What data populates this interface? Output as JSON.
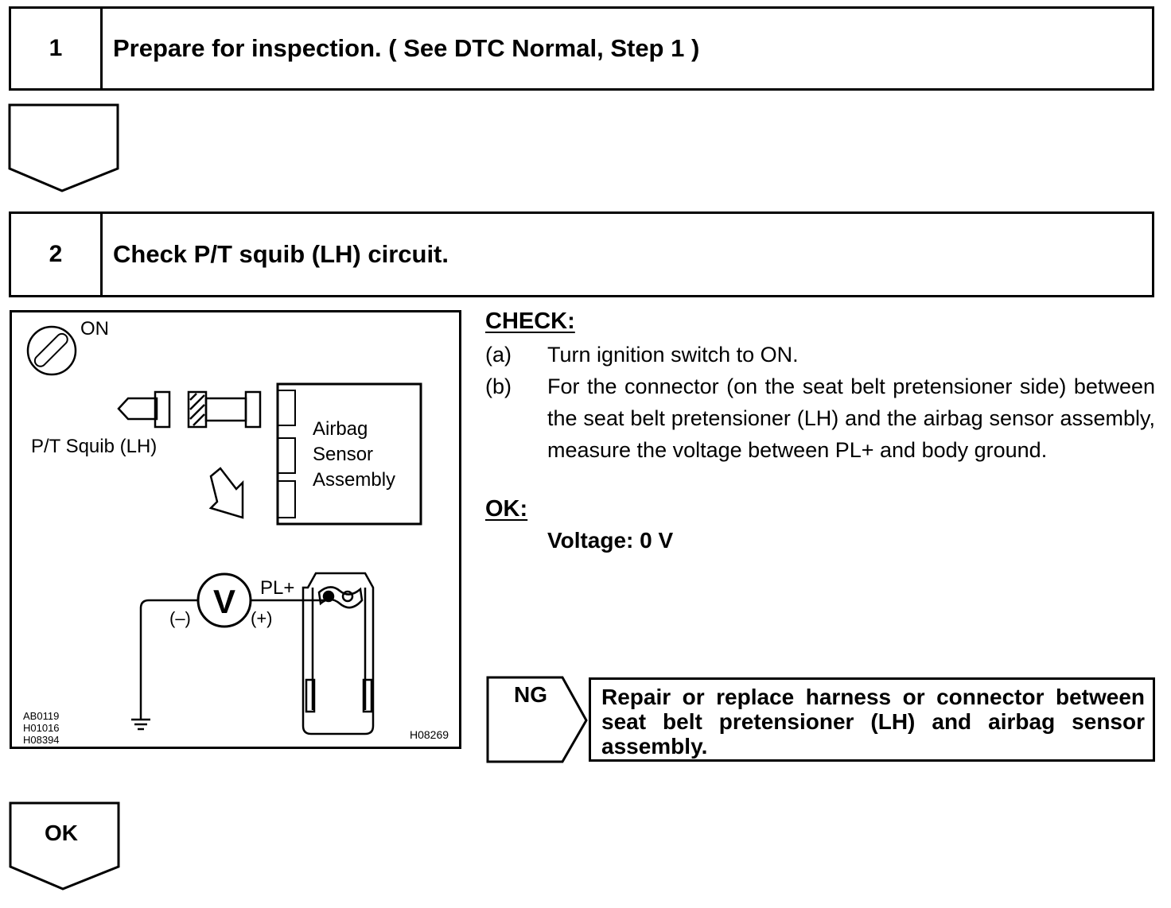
{
  "steps": [
    {
      "number": "1",
      "title_bold": "Prepare for inspection.",
      "title_rest": " ( See DTC Normal, Step 1 )"
    },
    {
      "number": "2",
      "title_bold": "Check P/T squib (LH) circuit.",
      "title_rest": ""
    }
  ],
  "diagram": {
    "switch_label": "ON",
    "squib_label": "P/T Squib (LH)",
    "sensor_label": [
      "Airbag",
      "Sensor",
      "Assembly"
    ],
    "meter_symbol": "V",
    "terminal_label": "PL+",
    "neg_label": "(–)",
    "pos_label": "(+)",
    "ref_codes": [
      "AB0119",
      "H01016",
      "H08394"
    ],
    "figure_code": "H08269"
  },
  "check": {
    "heading": "CHECK:",
    "items": [
      {
        "label": "(a)",
        "text": "Turn ignition switch to ON."
      },
      {
        "label": "(b)",
        "text": "For the connector (on the seat belt pretensioner side) between the seat belt pretensioner (LH) and the airbag sensor assembly, measure the voltage between PL+ and body ground."
      }
    ],
    "ok_heading": "OK:",
    "ok_value": "Voltage: 0 V"
  },
  "ng": {
    "label": "NG",
    "action": "Repair or replace harness or connector between seat belt pretensioner (LH) and airbag sensor assembly."
  },
  "ok_arrow": {
    "label": "OK"
  }
}
